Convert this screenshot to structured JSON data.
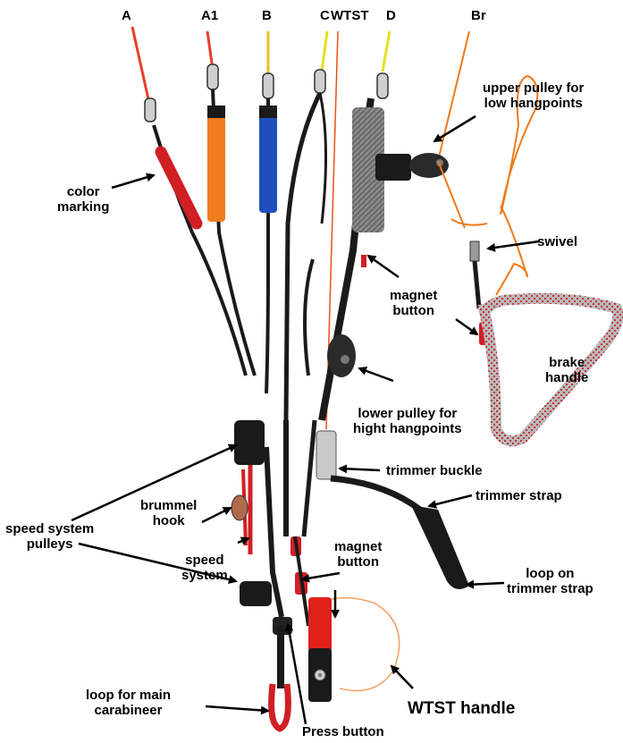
{
  "risers": {
    "a": "A",
    "a1": "A1",
    "b": "B",
    "c": "C",
    "wtst": "WTST",
    "d": "D",
    "br": "Br"
  },
  "labels": {
    "upper_pulley_line1": "upper pulley for",
    "upper_pulley_line2": "low hangpoints",
    "color_marking_line1": "color",
    "color_marking_line2": "marking",
    "swivel": "swivel",
    "magnet_button_top_line1": "magnet",
    "magnet_button_top_line2": "button",
    "brake_handle_line1": "brake",
    "brake_handle_line2": "handle",
    "lower_pulley_line1": "lower pulley for",
    "lower_pulley_line2": "hight hangpoints",
    "trimmer_buckle": "trimmer buckle",
    "trimmer_strap": "trimmer strap",
    "brummel_hook_line1": "brummel",
    "brummel_hook_line2": "hook",
    "speed_pulleys_line1": "speed system",
    "speed_pulleys_line2": "pulleys",
    "speed_system_line1": "speed",
    "speed_system_line2": "system",
    "magnet_button_bottom_line1": "magnet",
    "magnet_button_bottom_line2": "button",
    "loop_trimmer_line1": "loop on",
    "loop_trimmer_line2": "trimmer strap",
    "loop_main_line1": "loop for main",
    "loop_main_line2": "carabineer",
    "press_button": "Press button",
    "wtst_handle": "WTST handle"
  }
}
